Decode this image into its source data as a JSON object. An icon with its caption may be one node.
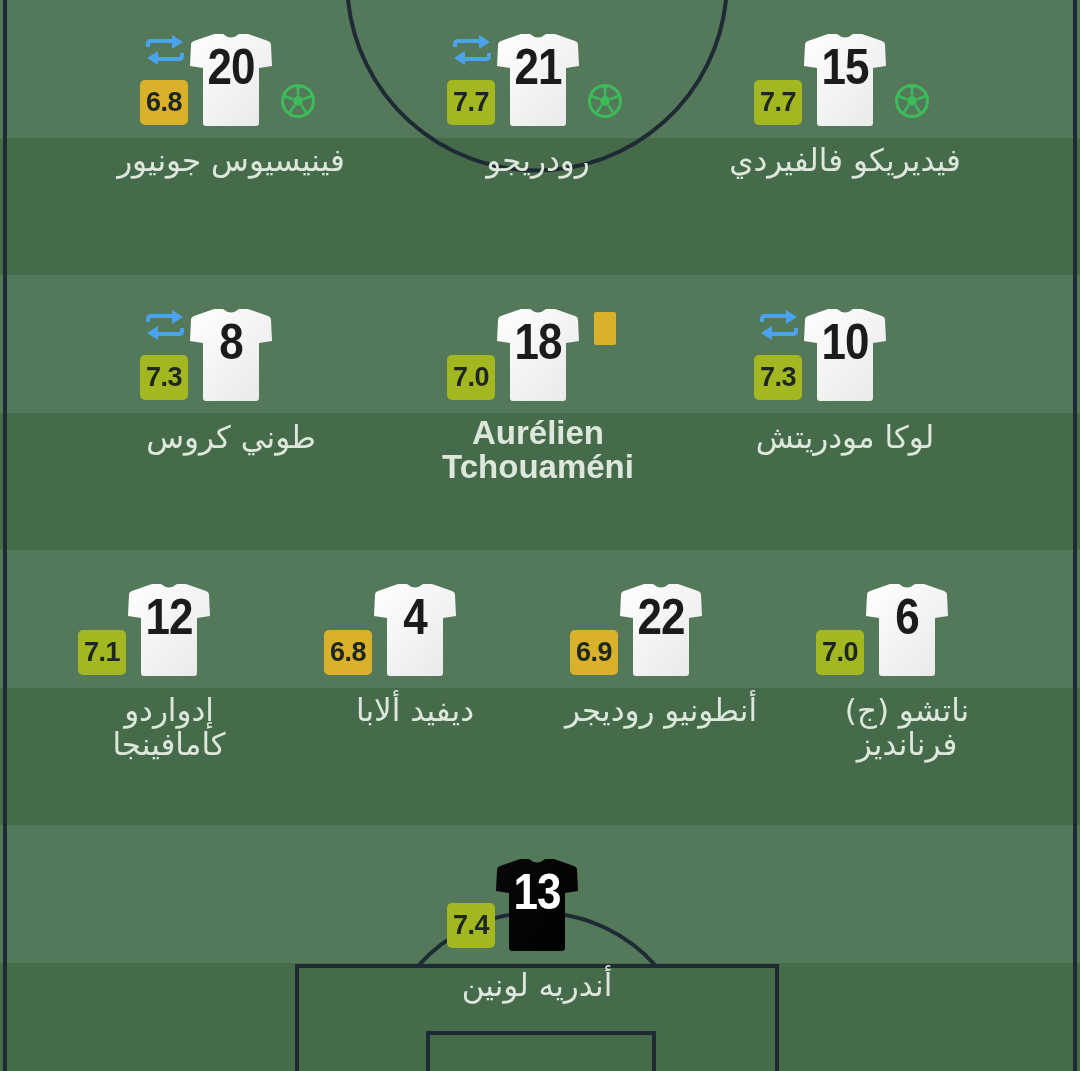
{
  "diagram": {
    "nodes": [
      {
        "text": [
          "6.8"
        ]
      },
      {
        "text": [
          "20"
        ],
        "beside": [
          "فينيسيوس جونيور"
        ]
      },
      {
        "text": [
          "7.7"
        ]
      },
      {
        "text": [
          "21"
        ],
        "beside": [
          "رودريجو"
        ]
      },
      {
        "text": [
          "7.7"
        ]
      },
      {
        "text": [
          "15"
        ],
        "beside": [
          "فيديريكو فالفيردي"
        ]
      },
      {
        "text": [
          "7.3"
        ]
      },
      {
        "text": [
          "8"
        ],
        "beside": [
          "طوني كروس"
        ]
      },
      {
        "text": [
          "7.0"
        ]
      },
      {
        "text": [
          "18"
        ],
        "beside": [
          "Aurélien Tchouaméni"
        ]
      },
      {
        "text": [
          "7.3"
        ]
      },
      {
        "text": [
          "10"
        ],
        "beside": [
          "لوكا مودريتش"
        ]
      },
      {
        "text": [
          "7.1"
        ]
      },
      {
        "text": [
          "12"
        ],
        "beside": [
          "إدواردو كامافينجا"
        ]
      },
      {
        "text": [
          "6.8"
        ]
      },
      {
        "text": [
          "4"
        ],
        "beside": [
          "ديفيد ألابا"
        ]
      },
      {
        "text": [
          "6.9"
        ]
      },
      {
        "text": [
          "22"
        ],
        "beside": [
          "أنطونيو روديجر"
        ]
      },
      {
        "text": [
          "7.0"
        ]
      },
      {
        "text": [
          "6"
        ],
        "beside": [
          "ناتشو (ج) فرنانديز"
        ]
      },
      {
        "text": [
          "7.4"
        ]
      },
      {
        "text": [
          "13"
        ],
        "beside": [
          "أندريه لونين"
        ]
      }
    ]
  }
}
